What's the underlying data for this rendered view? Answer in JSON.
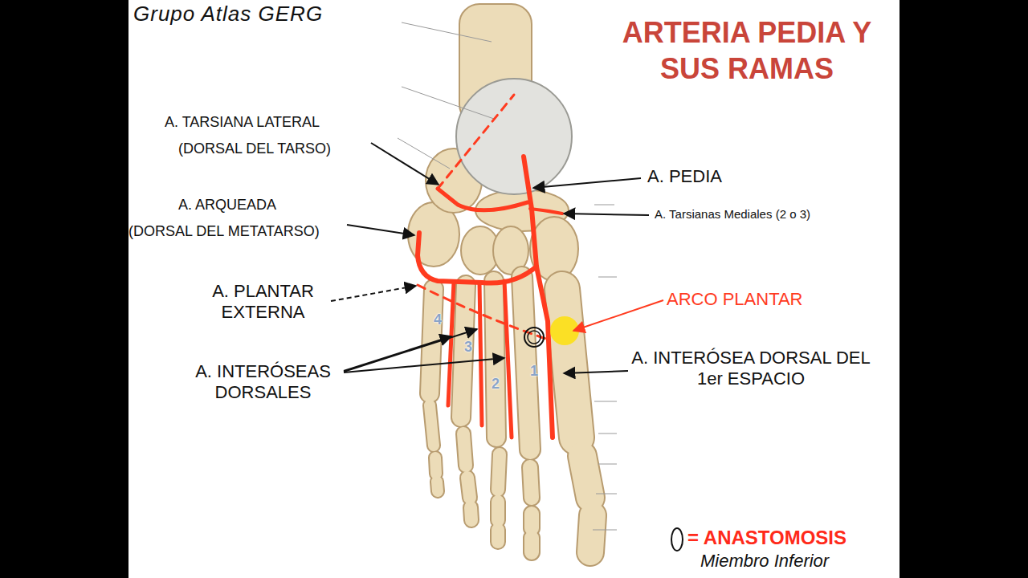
{
  "diagram": {
    "title": "ARTERIA PEDIA Y SUS RAMAS",
    "labels": [
      "Grupo Atlas GERG",
      "A. TARSIANA LATERAL",
      "(DORSAL DEL TARSO)",
      "A. PEDIA",
      "A. ARQUEADA",
      "(DORSAL DEL METATARSO)",
      "A. Tarsianas Mediales (2 o 3)",
      "A. PLANTAR EXTERNA",
      "ARCO PLANTAR",
      "4",
      "3",
      "2",
      "1",
      "A. INTERÓSEAS DORSALES",
      "A. INTERÓSEA DORSAL DEL 1er ESPACIO",
      "Miembro Inferior"
    ],
    "legend": [
      {
        "text": "= ANASTOMOSIS"
      }
    ]
  }
}
